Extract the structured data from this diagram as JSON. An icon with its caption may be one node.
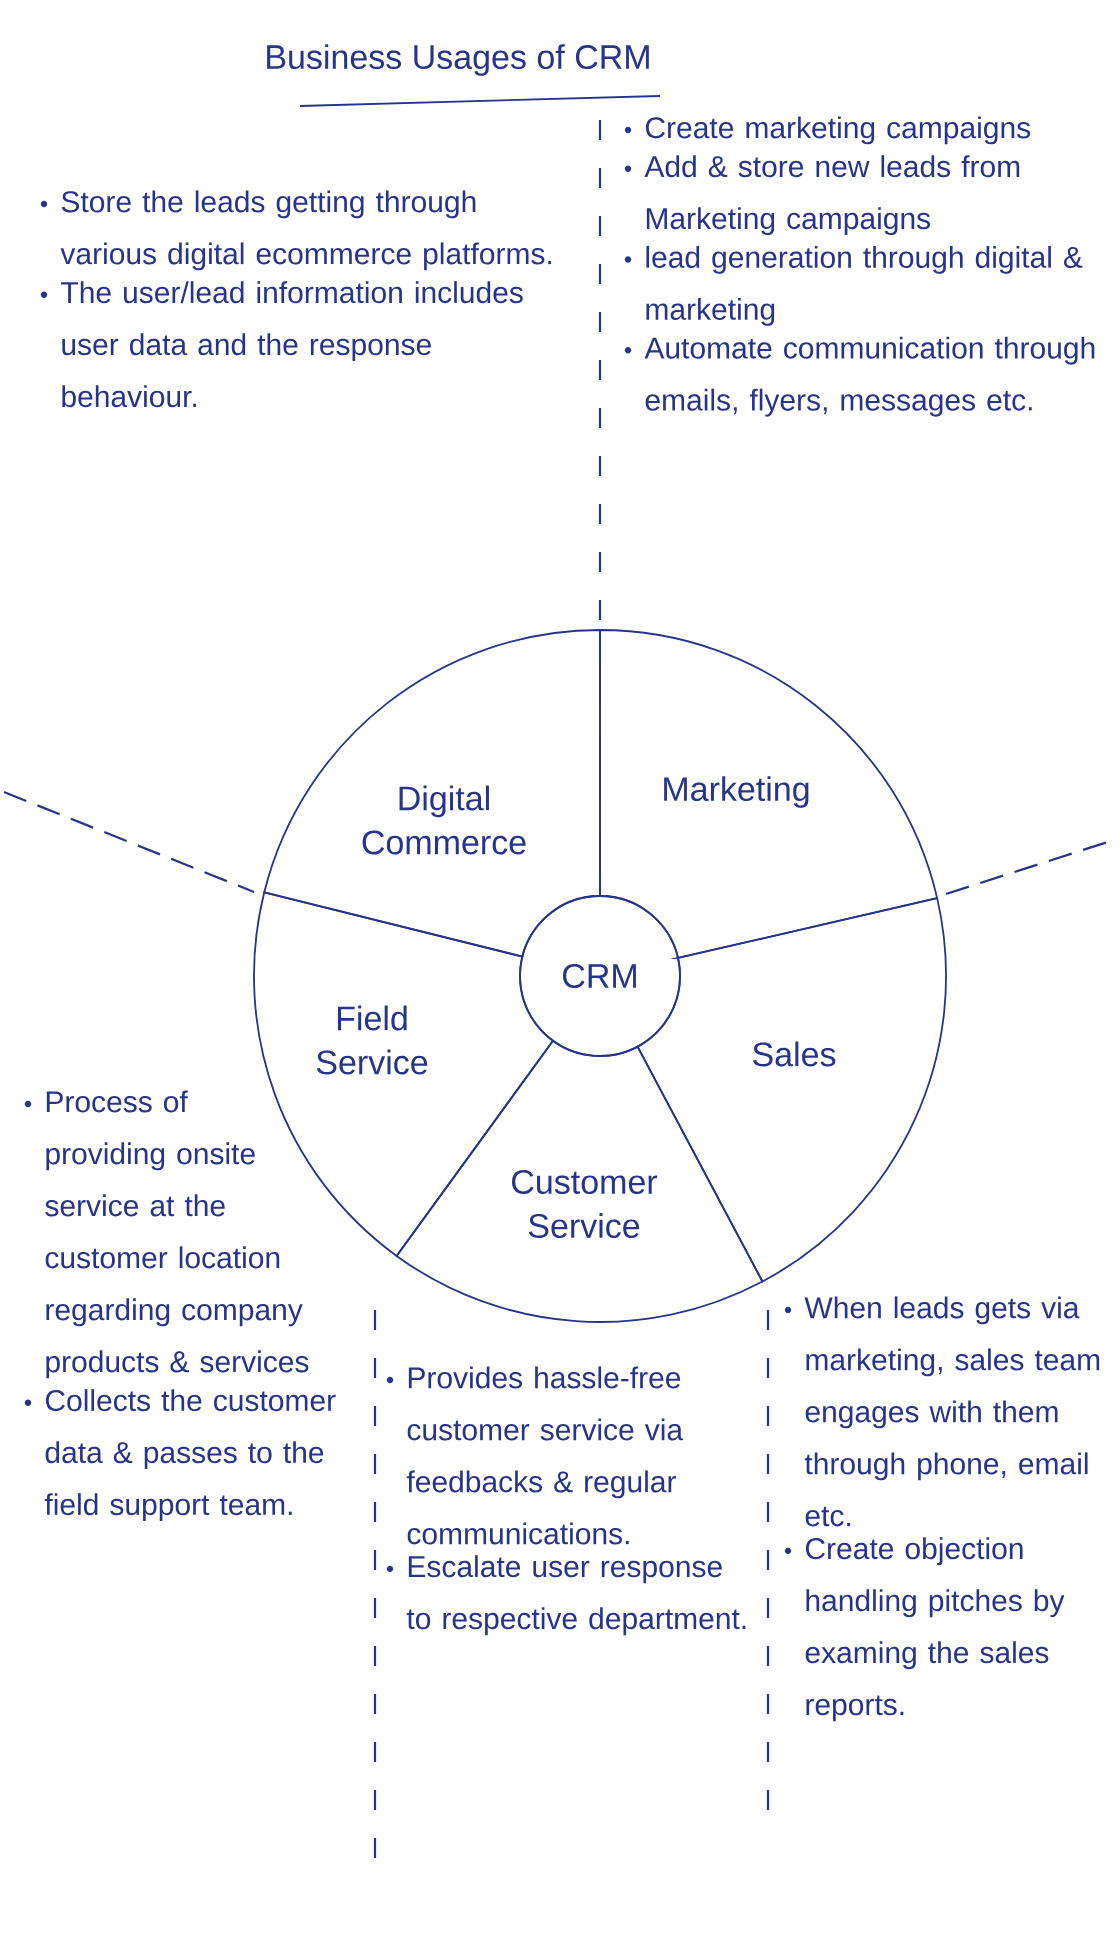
{
  "diagram": {
    "title": "Business Usages of CRM",
    "nodes": [
      {
        "text": [
          "Digital Commerce"
        ],
        "beside": [
          "Store the leads getting through various digital ecommerce platforms.",
          "The user/lead information includes user data and the response behaviour."
        ]
      },
      {
        "text": [
          "Marketing"
        ],
        "beside": [
          "Create marketing campaigns",
          "Add & store new leads from Marketing campaigns",
          "lead generation through digital & marketing",
          "Automate communication through emails, flyers, messages etc."
        ]
      },
      {
        "text": [
          "CRM"
        ]
      },
      {
        "text": [
          "Field Service"
        ],
        "beside": [
          "Process of providing onsite service at the customer location regarding company products & services",
          "Collects the customer data & passes to the field support team."
        ]
      },
      {
        "text": [
          "Sales"
        ],
        "beside": [
          "When leads gets via marketing, sales team engages with them through phone, email etc.",
          "Create objection handling pitches by examing the sales reports."
        ]
      },
      {
        "text": [
          "Customer Service"
        ],
        "beside": [
          "Provides hassle-free customer service via feedbacks & regular communications.",
          "Escalate user response to respective department."
        ]
      }
    ]
  }
}
